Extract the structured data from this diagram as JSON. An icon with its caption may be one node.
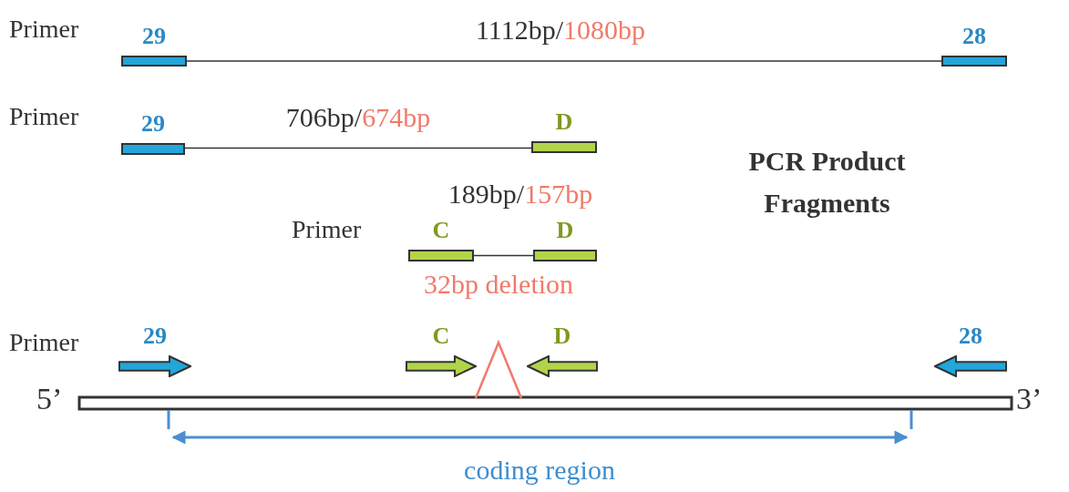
{
  "diagram": {
    "nodes": [
      {
        "text": [
          "29"
        ]
      },
      {
        "text": [
          "28"
        ]
      },
      {
        "text": [
          "29"
        ]
      },
      {
        "text": [
          "D"
        ]
      },
      {
        "text": [
          "C"
        ]
      },
      {
        "text": [
          "D"
        ]
      },
      {
        "text": [
          "29"
        ]
      },
      {
        "text": [
          "C"
        ]
      },
      {
        "text": [
          "D"
        ]
      },
      {
        "text": [
          "28"
        ]
      }
    ],
    "edges": [
      {
        "from": 0,
        "to": 1,
        "arrow": "none",
        "label": "1112bp/1080bp"
      },
      {
        "from": 2,
        "to": 3,
        "arrow": "none",
        "label": "706bp/674bp"
      },
      {
        "from": 4,
        "to": 5,
        "arrow": "none",
        "label": "189bp/157bp"
      }
    ],
    "labels": [
      "Primer",
      "Primer",
      "PCR Product Fragments",
      "Primer",
      "32bp deletion",
      "Primer",
      "5’",
      "3’",
      "coding region"
    ]
  }
}
